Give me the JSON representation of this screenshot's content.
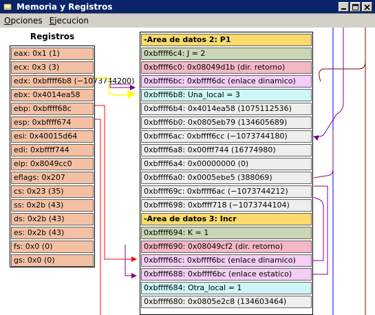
{
  "window": {
    "title": "Memoria y Registros"
  },
  "menu": [
    {
      "label": "Opciones",
      "accel": "O",
      "rest": "pciones"
    },
    {
      "label": "Ejecucion",
      "accel": "E",
      "rest": "jecucion"
    }
  ],
  "registers": {
    "title": "Registros",
    "items": [
      "eax: 0x1 (1)",
      "ecx: 0x3 (3)",
      "edx: 0xbffff6b8 (−1073744200)",
      "ebx: 0x4014ea58",
      "ebp: 0xbffff68c",
      "esp: 0xbffff674",
      "esi: 0x40015d64",
      "edi: 0xbffff744",
      "eip: 0x8049cc0",
      "eflags: 0x207",
      "cs: 0x23 (35)",
      "ss: 0x2b (43)",
      "ds: 0x2b (43)",
      "es: 0x2b (43)",
      "fs: 0x0 (0)",
      "gs: 0x0 (0)"
    ]
  },
  "stack": [
    {
      "kind": "header",
      "text": "-Area de datos 2: P1"
    },
    {
      "kind": "param",
      "text": "0xbffff6c4: J = 2"
    },
    {
      "kind": "ret",
      "text": "0xbffff6c0: 0x08049d1b (dir. retorno)"
    },
    {
      "kind": "link",
      "text": "0xbffff6bc: 0xbffff6dc (enlace dinamico)"
    },
    {
      "kind": "local",
      "text": "0xbffff6b8: Una_local = 3"
    },
    {
      "kind": "plain",
      "text": "0xbffff6b4: 0x4014ea58 (1075112536)"
    },
    {
      "kind": "plain",
      "text": "0xbffff6b0: 0x0805eb79 (134605689)"
    },
    {
      "kind": "plain",
      "text": "0xbffff6ac: 0xbffff6cc (−1073744180)"
    },
    {
      "kind": "plain",
      "text": "0xbffff6a8: 0x00fff744 (16774980)"
    },
    {
      "kind": "plain",
      "text": "0xbffff6a4: 0x00000000 (0)"
    },
    {
      "kind": "plain",
      "text": "0xbffff6a0: 0x0005ebe5 (388069)"
    },
    {
      "kind": "plain",
      "text": "0xbffff69c: 0xbffff6ac (−1073744212)"
    },
    {
      "kind": "plain",
      "text": "0xbffff698: 0xbffff718 (−1073744104)"
    },
    {
      "kind": "header",
      "text": "-Area de datos 3: Incr"
    },
    {
      "kind": "param",
      "text": "0xbffff694: K = 1"
    },
    {
      "kind": "ret",
      "text": "0xbffff690: 0x08049cf2 (dir. retorno)"
    },
    {
      "kind": "link",
      "text": "0xbffff68c: 0xbffff6bc (enlace dinamico)"
    },
    {
      "kind": "link",
      "text": "0xbffff688: 0xbffff6bc (enlace estatico)"
    },
    {
      "kind": "local",
      "text": "0xbffff684: Otra_local = 1"
    },
    {
      "kind": "plain",
      "text": "0xbffff680: 0x0805e2c8 (134603464)"
    }
  ],
  "colors": {
    "titlebar": "#0a246a",
    "register_bg": "#f4c0a4",
    "arrow_register": "#ff0000",
    "arrow_edx": "#ffff00",
    "arrow_link": "#800080",
    "guide_blue": "#0000ff",
    "guide_maroon": "#800000"
  },
  "icons": [
    "app-icon",
    "minimize-icon",
    "maximize-icon",
    "close-icon"
  ]
}
